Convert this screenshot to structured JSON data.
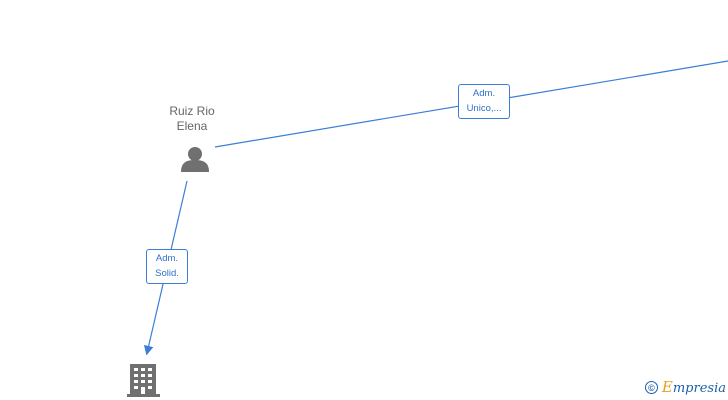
{
  "nodes": {
    "person": {
      "name_line1": "Ruiz Rio",
      "name_line2": "Elena",
      "icon": "person-icon"
    },
    "company": {
      "icon": "building-icon"
    }
  },
  "edges": {
    "edge_1": {
      "line1": "Adm.",
      "line2": "Unico,..."
    },
    "edge_2": {
      "line1": "Adm.",
      "line2": "Solid."
    }
  },
  "watermark": {
    "symbol": "©",
    "brand_first": "E",
    "brand_rest": "mpresia"
  },
  "colors": {
    "edge": "#3c7dd6",
    "node_icon": "#707070",
    "label_text": "#2f6fc9"
  }
}
